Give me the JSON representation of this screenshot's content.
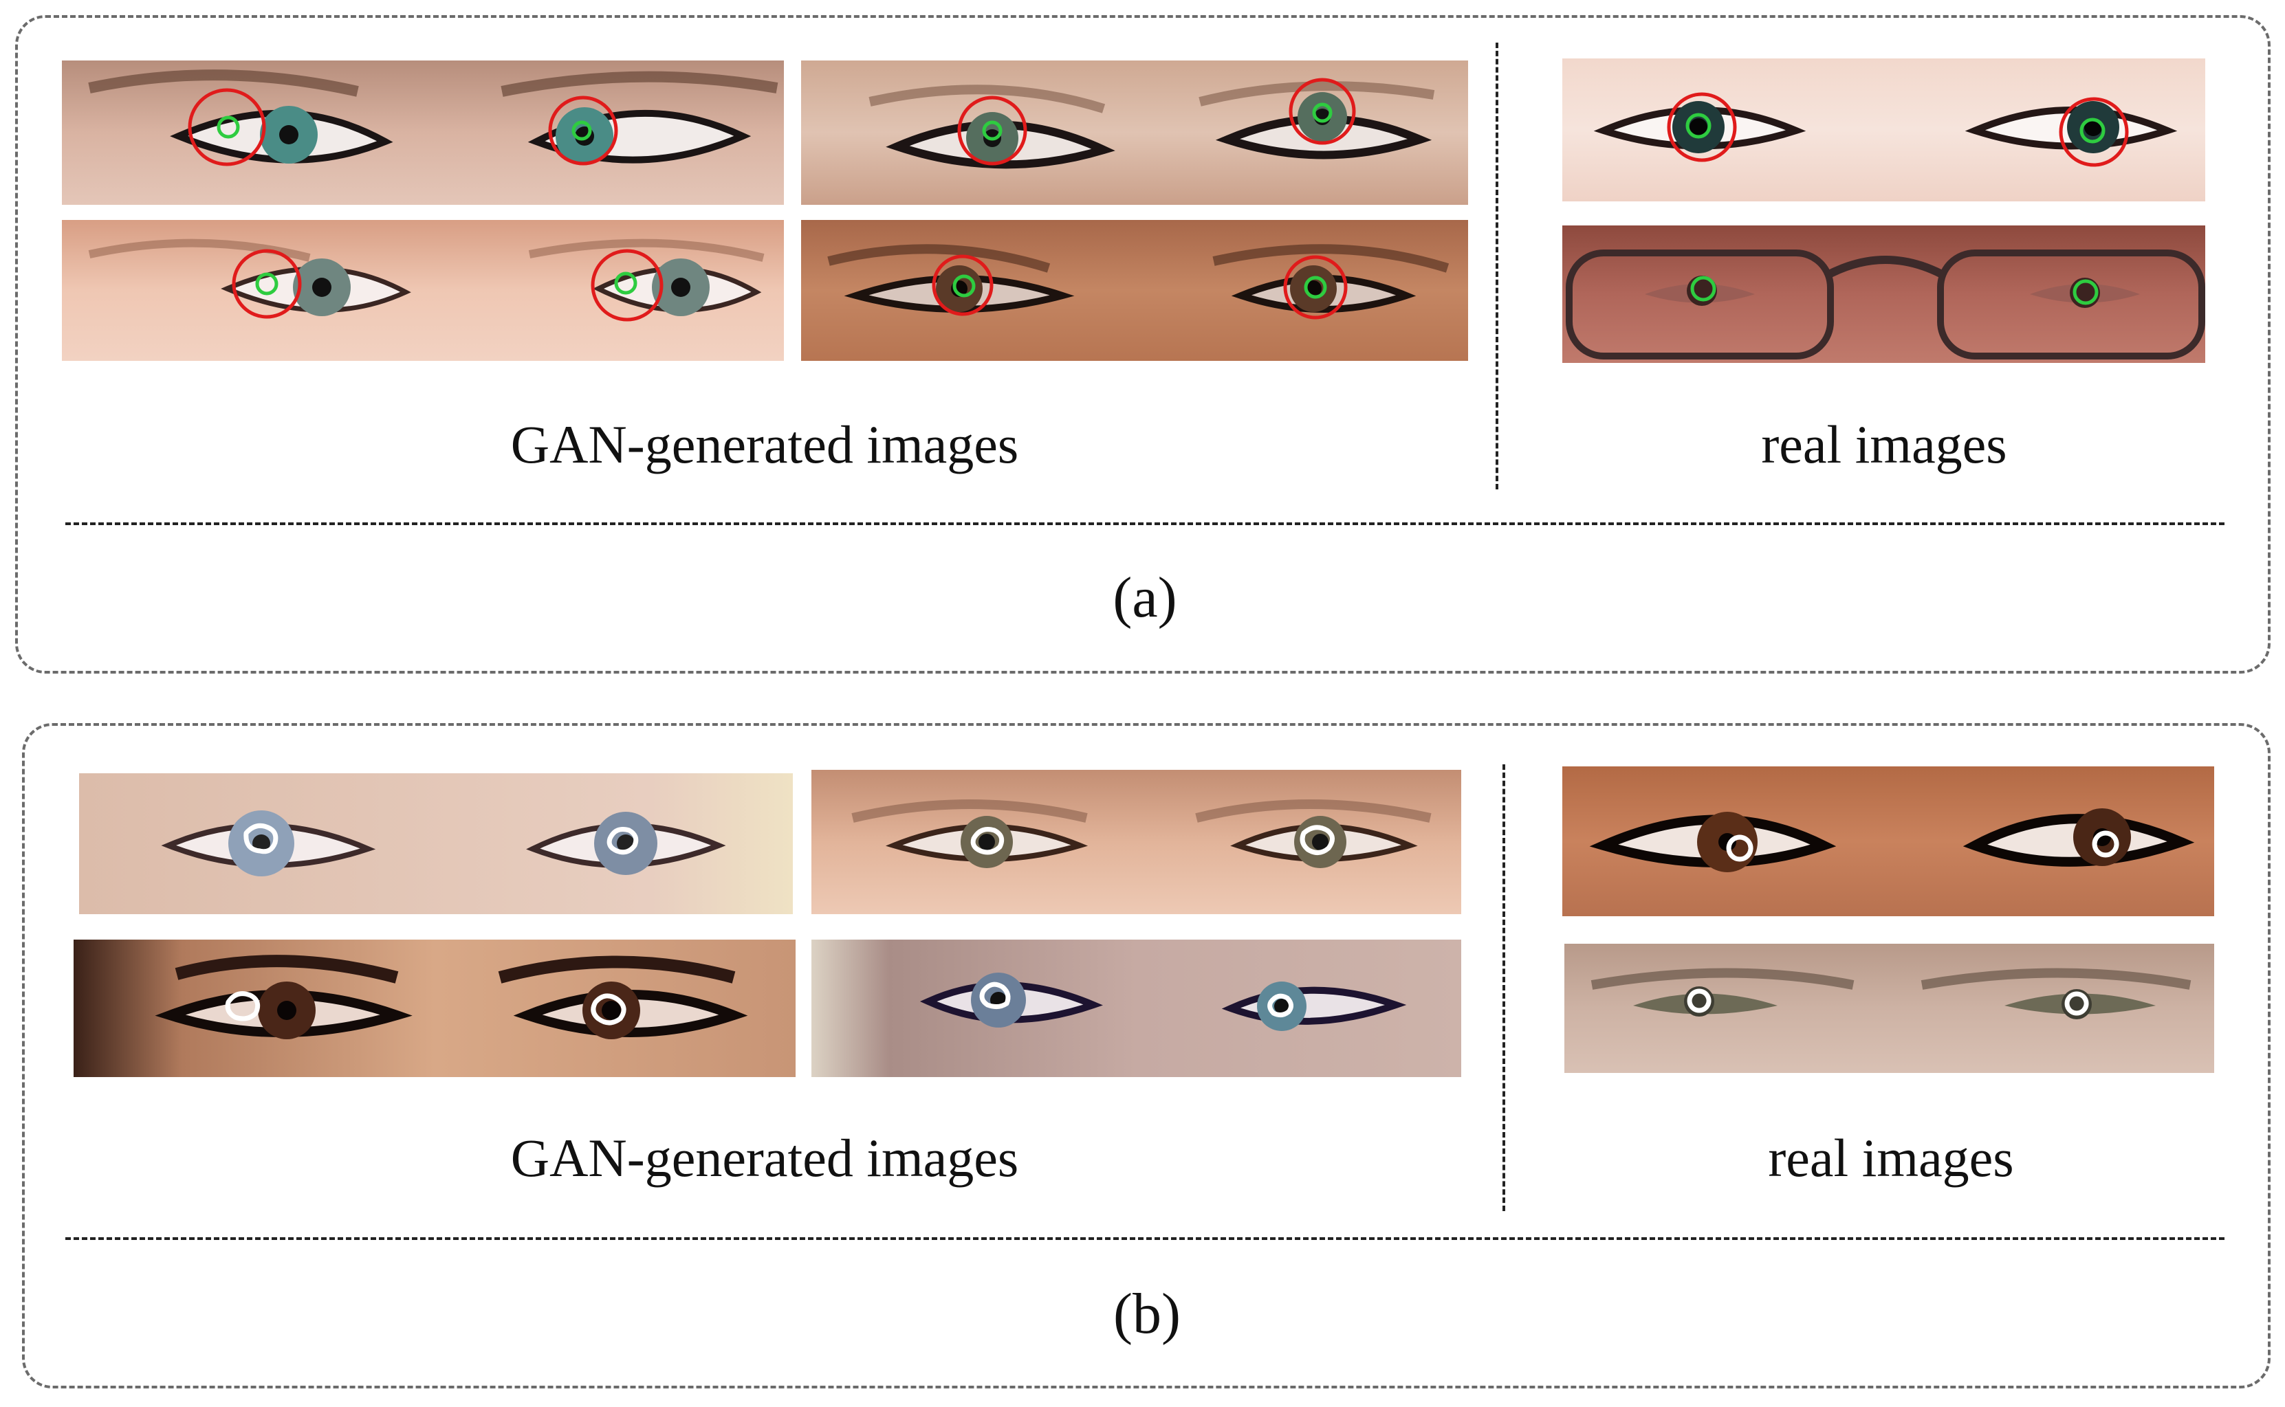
{
  "panel_a": {
    "gan_caption": "GAN-generated images",
    "real_caption": "real images",
    "label": "(a)",
    "marker_colors": {
      "outer_circle": "#e01b1b",
      "inner_circle": "#2ecc40"
    }
  },
  "panel_b": {
    "gan_caption": "GAN-generated images",
    "real_caption": "real images",
    "label": "(b)",
    "marker_colors": {
      "pupil_outline": "#ffffff"
    }
  }
}
